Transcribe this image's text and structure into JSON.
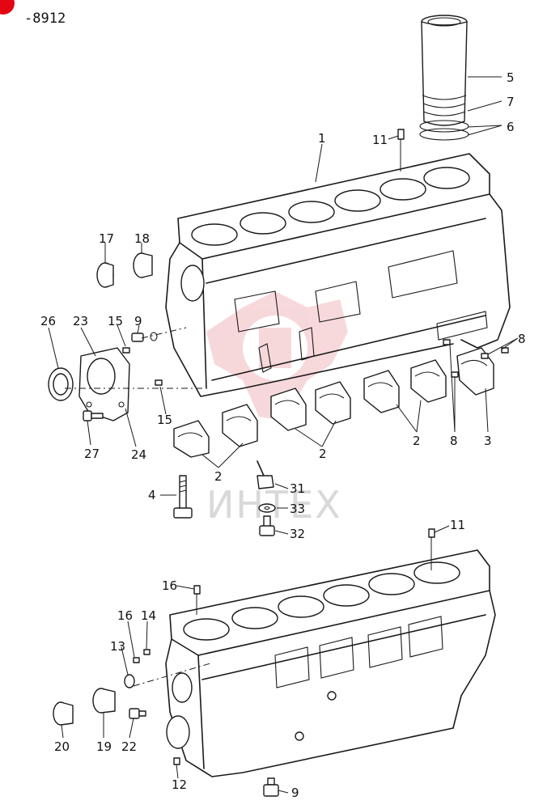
{
  "document": {
    "number": "-8912",
    "badge_color": "#e30613"
  },
  "watermark": {
    "text": "ИНТЕХ",
    "color": "#f2b9bd"
  },
  "callouts": {
    "c1": "1",
    "c2a": "2",
    "c2b": "2",
    "c2c": "2",
    "c3": "3",
    "c4": "4",
    "c5": "5",
    "c6": "6",
    "c7": "7",
    "c8a": "8",
    "c8b": "8",
    "c9a": "9",
    "c9b": "9",
    "c11a": "11",
    "c11b": "11",
    "c12": "12",
    "c13": "13",
    "c14": "14",
    "c15a": "15",
    "c15b": "15",
    "c16a": "16",
    "c16b": "16",
    "c17": "17",
    "c18": "18",
    "c19": "19",
    "c20": "20",
    "c22": "22",
    "c23": "23",
    "c24": "24",
    "c26": "26",
    "c27": "27",
    "c31": "31",
    "c32": "32",
    "c33": "33"
  }
}
